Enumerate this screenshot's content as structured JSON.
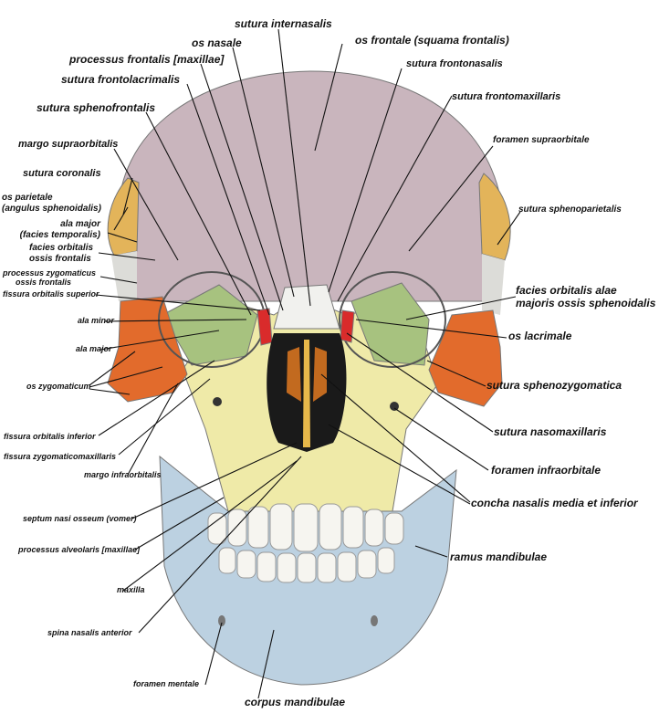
{
  "colors": {
    "frontal": "#c9b5bd",
    "parietal": "#e3b45a",
    "sphenoid": "#a7c27f",
    "zygomatic": "#e26b2c",
    "maxilla": "#efeaa8",
    "mandible": "#bcd1e1",
    "nasal": "#f1f1ee",
    "lacrimal": "#d92b2b",
    "line": "#111111"
  },
  "labels": {
    "sutura_internasalis": "sutura internasalis",
    "os_frontale": "os frontale (squama frontalis)",
    "os_nasale": "os nasale",
    "processus_frontalis": "processus frontalis [maxillae]",
    "sutura_frontonasalis": "sutura frontonasalis",
    "sutura_frontolacrimalis": "sutura frontolacrimalis",
    "sutura_frontomaxillaris": "sutura frontomaxillaris",
    "sutura_sphenofrontalis": "sutura sphenofrontalis",
    "foramen_supraorbitale": "foramen supraorbitale",
    "margo_supraorbitalis": "margo supraorbitalis",
    "sutura_coronalis": "sutura coronalis",
    "sutura_sphenoparietalis": "sutura sphenoparietalis",
    "os_parietale_1": "os parietale",
    "os_parietale_2": "(angulus sphenoidalis)",
    "ala_major_temp_1": "ala major",
    "ala_major_temp_2": "(facies temporalis)",
    "facies_orbitalis_1": "facies orbitalis",
    "facies_orbitalis_2": "ossis frontalis",
    "processus_zygomaticus_1": "processus zygomaticus",
    "processus_zygomaticus_2": "ossis frontalis",
    "fissura_orbitalis_superior": "fissura orbitalis superior",
    "facies_orbitalis_alae_1": "facies orbitalis alae",
    "facies_orbitalis_alae_2": "majoris ossis sphenoidalis",
    "ala_minor": "ala minor",
    "os_lacrimale": "os lacrimale",
    "ala_major": "ala major",
    "os_zygomaticum": "os zygomaticum",
    "sutura_sphenozygomatica": "sutura sphenozygomatica",
    "sutura_nasomaxillaris": "sutura nasomaxillaris",
    "fissura_orbitalis_inferior": "fissura orbitalis inferior",
    "fissura_zygomaticomaxillaris": "fissura zygomaticomaxillaris",
    "foramen_infraorbitale": "foramen infraorbitale",
    "margo_infraorbitalis": "margo infraorbitalis",
    "concha_nasalis": "concha nasalis media et inferior",
    "septum_nasi": "septum nasi osseum (vomer)",
    "processus_alveolaris": "processus alveolaris [maxillae]",
    "ramus_mandibulae": "ramus mandibulae",
    "maxilla": "maxilla",
    "spina_nasalis": "spina nasalis anterior",
    "foramen_mentale": "foramen mentale",
    "corpus_mandibulae": "corpus mandibulae"
  }
}
